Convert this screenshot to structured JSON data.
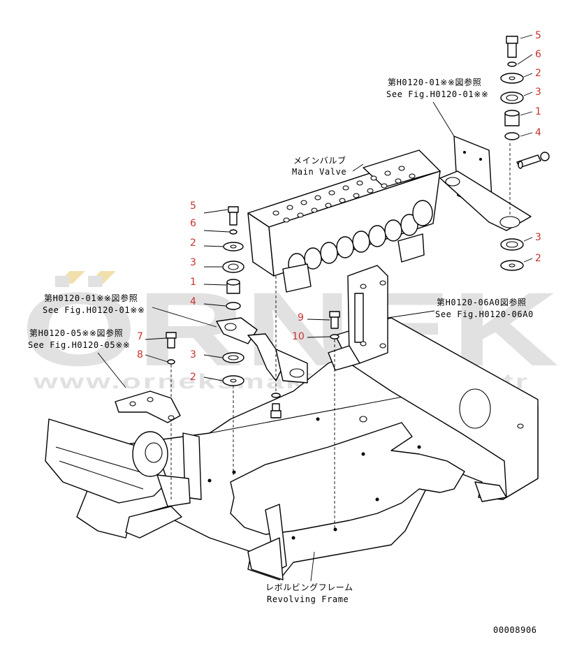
{
  "main_valve": {
    "jp": "メインバルブ",
    "en": "Main Valve"
  },
  "revolving_frame": {
    "jp": "レボルビングフレーム",
    "en": "Revolving Frame"
  },
  "refs": {
    "top_right": {
      "jp": "第H0120-01※※図参照",
      "en": "See Fig.H0120-01※※"
    },
    "left_upper": {
      "jp": "第H0120-01※※図参照",
      "en": "See Fig.H0120-01※※"
    },
    "left_lower": {
      "jp": "第H0120-05※※図参照",
      "en": "See Fig.H0120-05※※"
    },
    "right_mid": {
      "jp": "第H0120-06A0図参照",
      "en": "See Fig.H0120-06A0"
    }
  },
  "callouts": {
    "right_stack": [
      "5",
      "6",
      "2",
      "3",
      "1",
      "4",
      "3",
      "2"
    ],
    "left_stack": [
      "5",
      "6",
      "2",
      "3",
      "1",
      "4"
    ],
    "bracket_bolt": [
      "9",
      "10"
    ],
    "left_bolt": [
      "7",
      "8",
      "3",
      "2"
    ]
  },
  "drawing_number": "00008906",
  "watermark": {
    "brand": "ÖRNEK",
    "url": "www.orneksmakinalari.com.tr",
    "colors": {
      "brand": "#c9c9c9",
      "accent": "#e9c86a"
    }
  }
}
